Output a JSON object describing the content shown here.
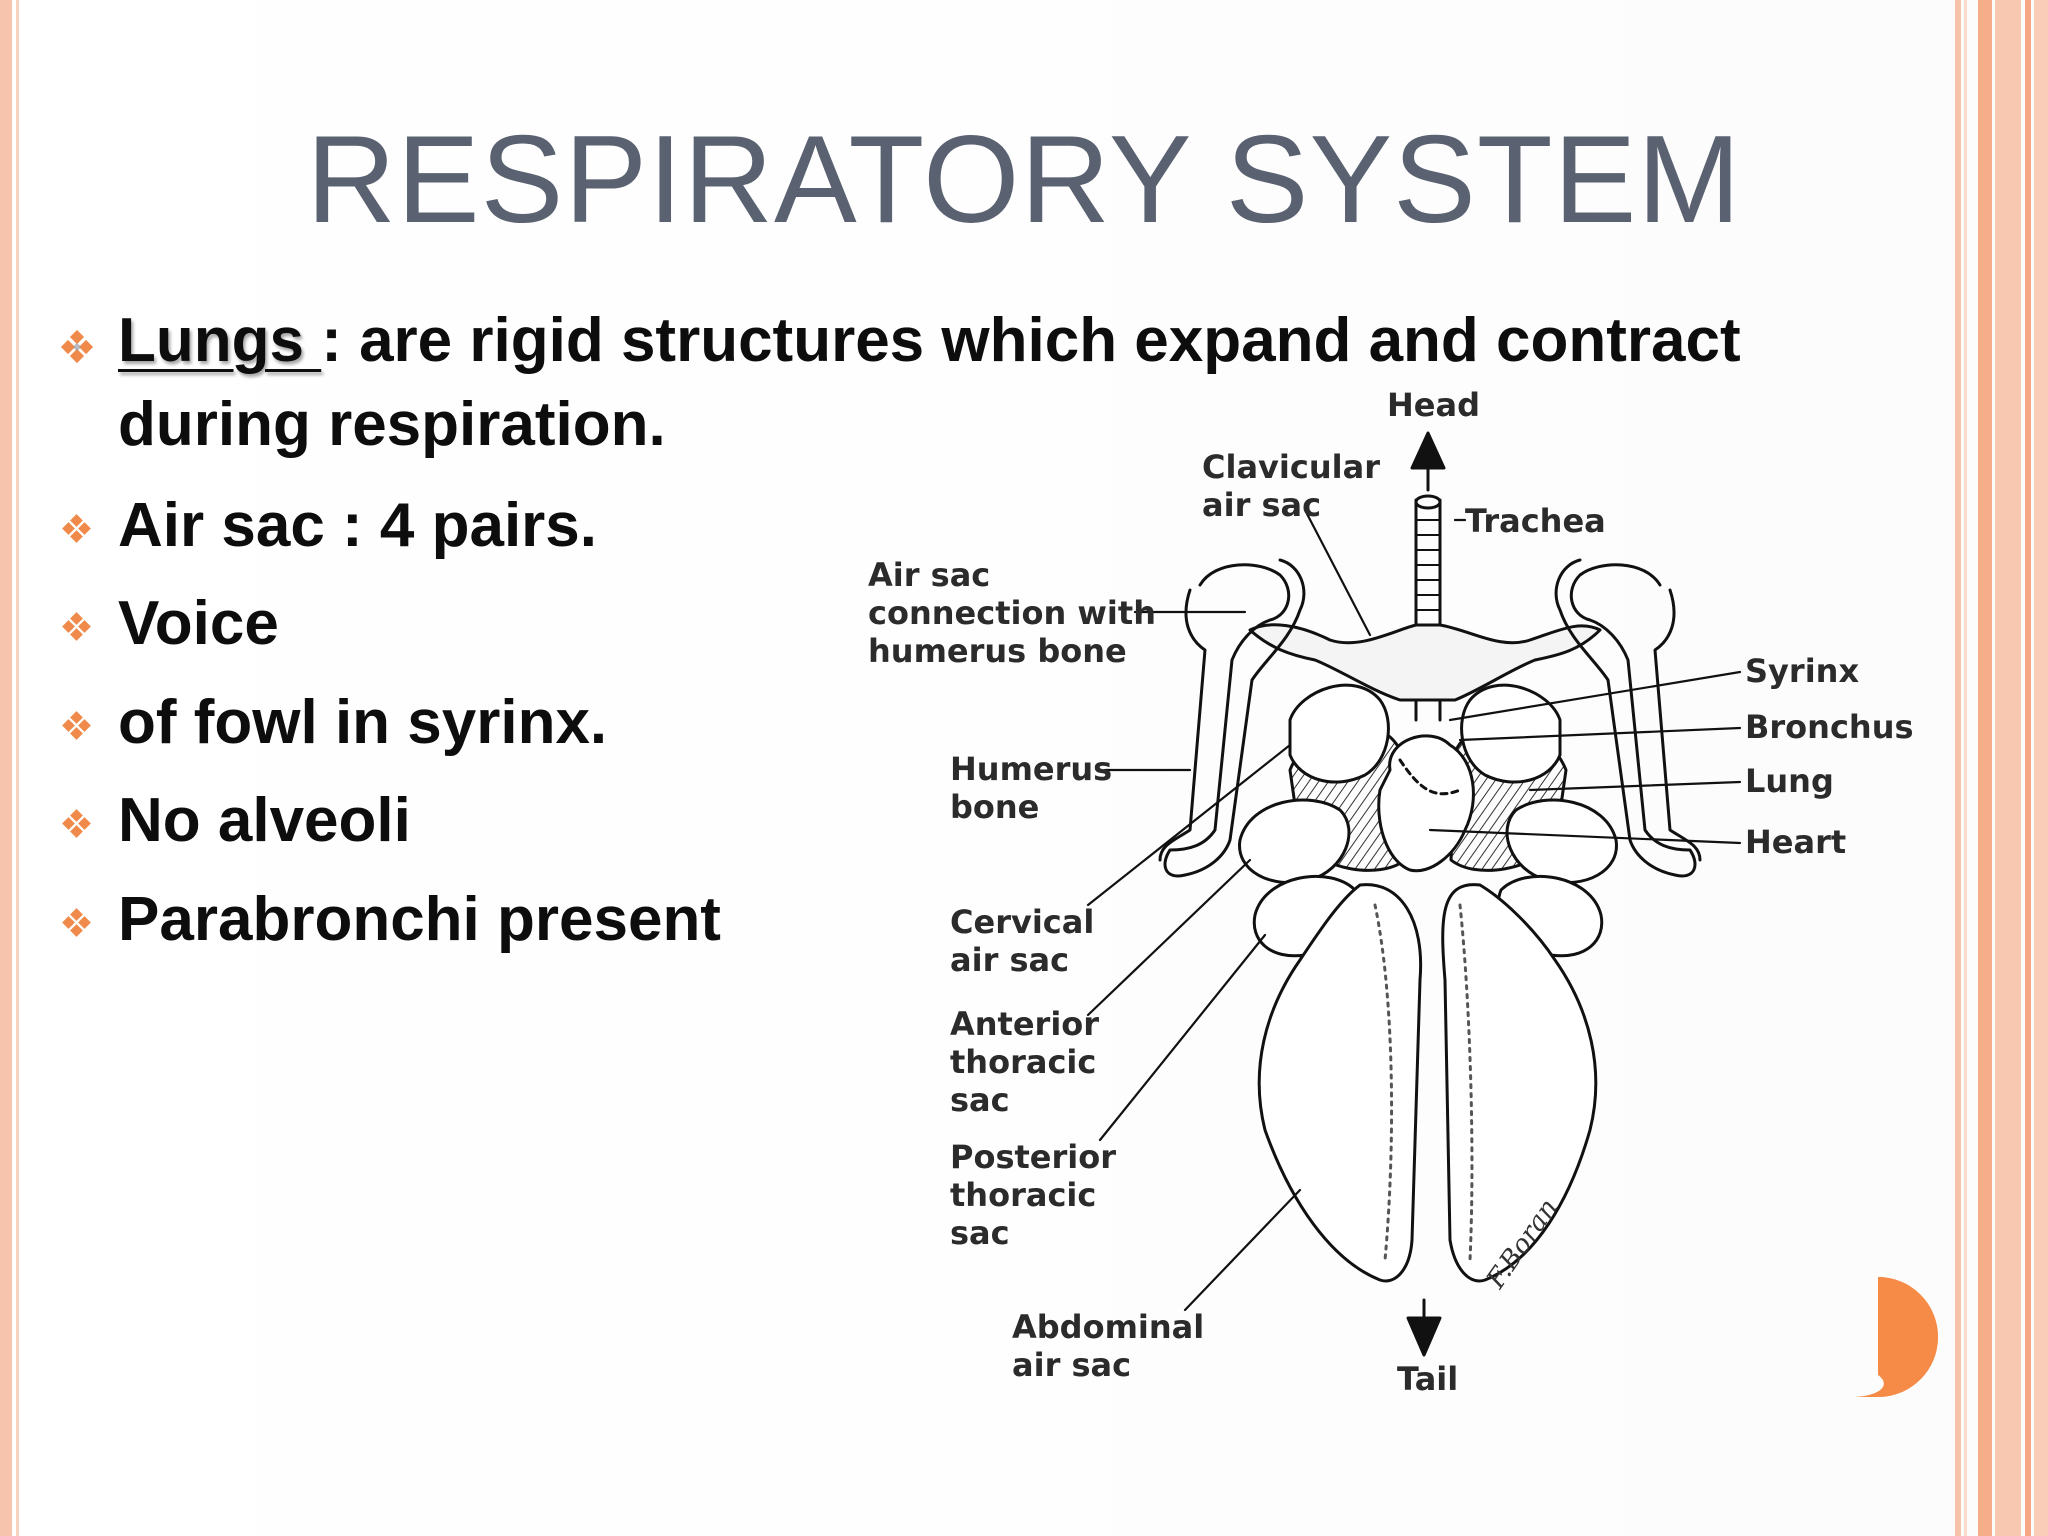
{
  "slide": {
    "title": "RESPIRATORY SYSTEM",
    "bullets": [
      {
        "term": "Lungs ",
        "text": ": are rigid structures which expand and contract",
        "text_line2": "during respiration."
      },
      {
        "text": "Air sac : 4 pairs."
      },
      {
        "text": "Voice"
      },
      {
        "text": "of fowl in syrinx."
      },
      {
        "text": "No alveoli"
      },
      {
        "text": "Parabronchi present"
      }
    ],
    "bullet_icon": "four-diamond-bullet-icon",
    "colors": {
      "accent": "#f4965f",
      "stripe_light": "#f7c9b3",
      "title": "#5a6170",
      "text": "#0d0d0d"
    }
  },
  "diagram": {
    "labels": {
      "head": "Head",
      "tail": "Tail",
      "clavicular_1": "Clavicular",
      "clavicular_2": "air sac",
      "trachea": "Trachea",
      "airsac_conn_1": "Air sac",
      "airsac_conn_2": "connection with",
      "airsac_conn_3": "humerus bone",
      "syrinx": "Syrinx",
      "bronchus": "Bronchus",
      "lung": "Lung",
      "heart": "Heart",
      "humerus_1": "Humerus",
      "humerus_2": "bone",
      "cervical_1": "Cervical",
      "cervical_2": "air sac",
      "ant_thor_1": "Anterior",
      "ant_thor_2": "thoracic",
      "ant_thor_3": "sac",
      "post_thor_1": "Posterior",
      "post_thor_2": "thoracic",
      "post_thor_3": "sac",
      "abdominal_1": "Abdominal",
      "abdominal_2": "air sac",
      "signature": "F.Boran"
    }
  }
}
